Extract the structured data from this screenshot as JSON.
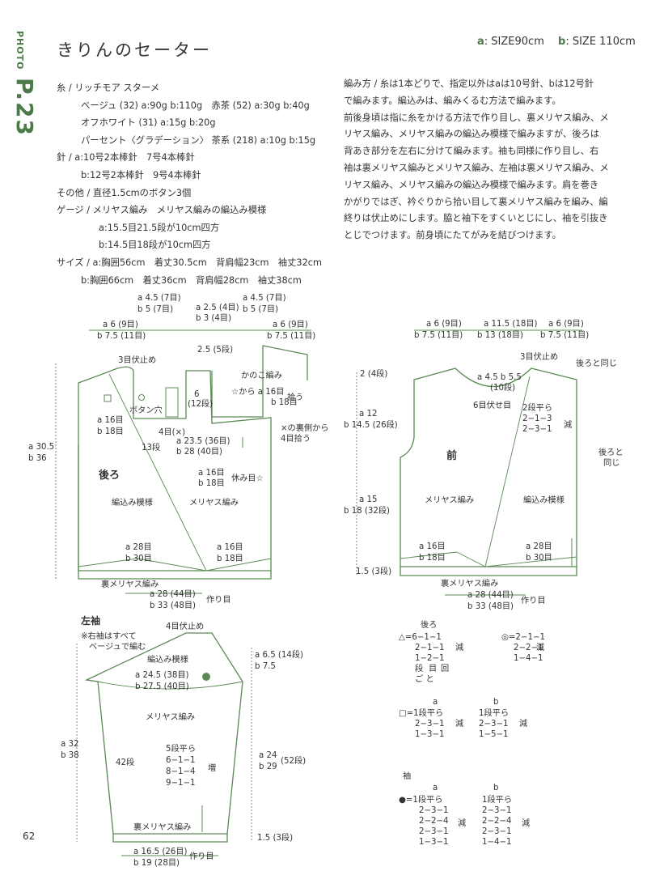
{
  "side": {
    "photo": "PHOTO",
    "page": "P.23"
  },
  "title": "きりんのセーター",
  "sizes": {
    "a_label": "a",
    "a_value": ": SIZE90cm",
    "b_label": "b",
    "b_value": ": SIZE 110cm"
  },
  "spec": {
    "yarn_label": "糸 / リッチモア スターメ",
    "yarn_lines": [
      "ベージュ (32) a:90g  b:110g　赤茶 (52) a:30g  b:40g",
      "オフホワイト (31) a:15g  b:20g",
      "パーセント〈グラデーション〉 茶系 (218) a:10g  b:15g"
    ],
    "needle_label": "針 / a:10号2本棒針　7号4本棒針",
    "needle_b": "b:12号2本棒針　9号4本棒針",
    "other": "その他 / 直径1.5cmのボタン3個",
    "gauge_label": "ゲージ / メリヤス編み　メリヤス編みの編込み模様",
    "gauge_a": "a:15.5目21.5段が10cm四方",
    "gauge_b": "b:14.5目18段が10cm四方",
    "size_a": "サイズ / a:胸囲56cm　着丈30.5cm　背肩幅23cm　袖丈32cm",
    "size_b": "b:胸囲66cm　着丈36cm　背肩幅28cm　袖丈38cm"
  },
  "method": {
    "heading": "編み方",
    "lines": [
      "編み方 / 糸は1本どりで、指定以外はaは10号針、bは12号針",
      "で編みます。編込みは、編みくるむ方法で編みます。",
      "前後身頃は指に糸をかける方法で作り目し、裏メリヤス編み、メ",
      "リヤス編み、メリヤス編みの編込み模様で編みますが、後ろは",
      "背あき部分を左右に分けて編みます。袖も同様に作り目し、右",
      "袖は裏メリヤス編みとメリヤス編み、左袖は裏メリヤス編み、メ",
      "リヤス編み、メリヤス編みの編込み模様で編みます。肩を巻き",
      "かがりではぎ、衿ぐりから拾い目して裏メリヤス編みを編み、編",
      "終りは伏止めにします。脇と袖下をすくいとじにし、袖を引抜き",
      "とじでつけます。前身頃にたてがみを結びつけます。"
    ]
  },
  "back": {
    "top_labels": [
      "a 4.5 (7目)",
      "b 5 (7目)",
      "a 2.5 (4目)",
      "b 3 (4目)",
      "a 4.5 (7目)",
      "b 5 (7目)"
    ],
    "shoulder_left": [
      "a 6 (9目)",
      "b 7.5 (11目)"
    ],
    "shoulder_right": [
      "a 6 (9目)",
      "b 7.5 (11目)"
    ],
    "bind_off": "3目伏止め",
    "yoke": "2.5 (5段)",
    "kanoko": "かのこ編み",
    "pickup_star": "☆から a 16目",
    "pickup_star_b": "b 18目",
    "pick": "拾う",
    "six": "6",
    "twelve": "(12段)",
    "buttonhole": "ボタン穴",
    "left_16": "a 16目",
    "left_18": "b 18目",
    "four": "4目(×)",
    "thirteen": "13段",
    "a23": "a 23.5 (36目)",
    "b28": "b 28 (40目)",
    "back_side": "×の裏側から",
    "back_side2": "4目拾う",
    "height_a": "a 30.5",
    "height_b": "b 36",
    "name": "後ろ",
    "rest_a": "a 16目",
    "rest_b": "b 18目",
    "rest": "休み目☆",
    "pattern": "編込み模様",
    "stockinette": "メリヤス編み",
    "bottom_a28": "a 28目",
    "bottom_b30": "b 30目",
    "bottom_a16": "a 16目",
    "bottom_b18": "b 18目",
    "rib": "裏メリヤス編み",
    "cast_a": "a 28 (44目)",
    "cast_b": "b 33 (48目)",
    "cast_on": "作り目"
  },
  "front": {
    "shoulder_left": [
      "a 6 (9目)",
      "b 7.5 (11目)"
    ],
    "center": [
      "a 11.5 (18目)",
      "b 13 (18目)"
    ],
    "shoulder_right": [
      "a 6 (9目)",
      "b 7.5 (11目)"
    ],
    "bind_off": "3目伏止め",
    "same_as_back": "後ろと同じ",
    "two": "2 (4段)",
    "neck": "a 4.5  b 5.5",
    "neck2": "(10段)",
    "six_bind": "6目伏せ目",
    "dec_title": "2段平ら",
    "dec1": "2−1−3",
    "dec2": "2−3−1",
    "dec": "減",
    "a12": "a 12",
    "b14": "b 14.5 (26段)",
    "name": "前",
    "same_back2a": "後ろと",
    "same_back2b": "同じ",
    "a15": "a 15",
    "b18": "b 18 (32段)",
    "stockinette": "メリヤス編み",
    "pattern": "編込み模様",
    "a16": "a 16目",
    "b18m": "b 18目",
    "a28": "a 28目",
    "b30": "b 30目",
    "rib_h": "1.5 (3段)",
    "rib": "裏メリヤス編み",
    "cast_a": "a 28 (44目)",
    "cast_b": "b 33 (48目)",
    "cast_on": "作り目"
  },
  "sleeve": {
    "title": "左袖",
    "note1": "※右袖はすべて",
    "note2": "ベージュで編む",
    "bind_off": "4目伏止め",
    "pattern": "編込み模様",
    "a24": "a 24.5 (38目)",
    "b27": "b 27.5 (40目)",
    "a65": "a 6.5 (14段)",
    "b75": "b 7.5",
    "stockinette": "メリヤス編み",
    "a32": "a 32",
    "b38": "b 38",
    "rows42": "42段",
    "inc_title": "5段平ら",
    "inc1": "6−1−1",
    "inc2": "8−1−4",
    "inc3": "9−1−1",
    "inc": "増",
    "a24b": "a 24",
    "b29": "b 29",
    "rows52": "(52段)",
    "rib": "裏メリヤス編み",
    "rib_h": "1.5 (3段)",
    "cast_a": "a 16.5 (26目)",
    "cast_b": "b 19 (28目)",
    "cast_on": "作り目"
  },
  "tables": {
    "back_title": "後ろ",
    "tri": [
      "△=6−1−1",
      "2−1−1",
      "1−2−1"
    ],
    "tri_dec": "減",
    "legend": [
      "段",
      "目",
      "回"
    ],
    "legend2": "ご と",
    "circ": [
      "◎=2−1−1",
      "2−2−1",
      "1−4−1"
    ],
    "circ_dec": "減",
    "a": "a",
    "b": "b",
    "sq_a": [
      "□=1段平ら",
      "2−3−1",
      "1−3−1"
    ],
    "sq_b": [
      "1段平ら",
      "2−3−1",
      "1−5−1"
    ],
    "sq_dec": "減",
    "sleeve_title": "袖",
    "dot_a": [
      "●=1段平ら",
      "2−3−1",
      "2−2−4",
      "2−3−1",
      "1−3−1"
    ],
    "dot_b": [
      "1段平ら",
      "2−3−1",
      "2−2−4",
      "2−3−1",
      "1−4−1"
    ],
    "dot_dec": "減"
  },
  "page_number": "62",
  "colors": {
    "accent": "#4d7a49",
    "line": "#5b8a55",
    "text": "#333333"
  }
}
